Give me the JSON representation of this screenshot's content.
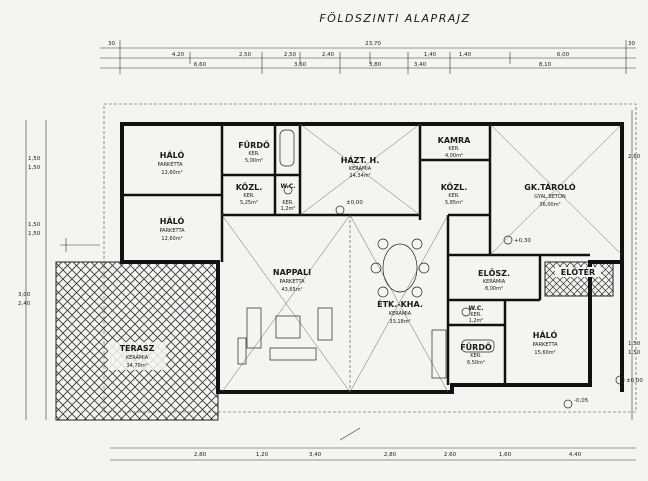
{
  "title": "FÖLDSZINTI ALAPRAJZ",
  "dims_top_row1": [
    "30",
    "23,70",
    "30"
  ],
  "dims_top_row2": [
    "4,20",
    "2,50",
    "2,50",
    "2,40",
    "1,40",
    "1,40",
    "6,00"
  ],
  "dims_top_row3": [
    "6,60",
    "3,60",
    "3,80",
    "3,40",
    "8,10"
  ],
  "dims_left": [
    "1,50",
    "1,50",
    "1,50",
    "1,50",
    "3,00",
    "2,40"
  ],
  "dims_right": [
    "2,60",
    "1,50",
    "1,50"
  ],
  "dims_bottom": [
    "2,80",
    "1,20",
    "3,40",
    "2,80",
    "2,60",
    "1,60",
    "4,40"
  ],
  "rooms": [
    {
      "name": "HÁLÓ",
      "floor": "PARKETTA",
      "area": "12,60m²"
    },
    {
      "name": "HÁLÓ",
      "floor": "PARKETTA",
      "area": "12,60m²"
    },
    {
      "name": "FÜRDŐ",
      "floor": "KER.",
      "area": "5,00m²"
    },
    {
      "name": "KÖZL.",
      "floor": "KER.",
      "area": "5,25m²"
    },
    {
      "name": "W.C.",
      "floor": "KER.",
      "area": "1,2m²"
    },
    {
      "name": "HÁZT. H.",
      "floor": "KERÁMIA",
      "area": "24,34m²"
    },
    {
      "name": "KAMRA",
      "floor": "KER.",
      "area": "4,00m²"
    },
    {
      "name": "KÖZL.",
      "floor": "KER.",
      "area": "5,85m²"
    },
    {
      "name": "GK.TÁROLÓ",
      "floor": "GYAL.BETON",
      "area": "36,00m²"
    },
    {
      "name": "NAPPALI",
      "floor": "PARKETTA",
      "area": "43,65m²"
    },
    {
      "name": "ÉTK.-KHA.",
      "floor": "KERÁMIA",
      "area": "33,18m²"
    },
    {
      "name": "ELŐSZ.",
      "floor": "KERÁMIA",
      "area": "8,00m²"
    },
    {
      "name": "ELŐTÉR",
      "floor": "",
      "area": ""
    },
    {
      "name": "W.C.",
      "floor": "KER.",
      "area": "1,2m²"
    },
    {
      "name": "FÜRDŐ",
      "floor": "KER.",
      "area": "6,50m²"
    },
    {
      "name": "HÁLÓ",
      "floor": "PARKETTA",
      "area": "15,60m²"
    },
    {
      "name": "TERASZ",
      "floor": "KERÁMIA",
      "area": "34,70m²"
    }
  ],
  "levels": [
    "±0,00",
    "+0,30",
    "-0,05",
    "±0,00"
  ]
}
